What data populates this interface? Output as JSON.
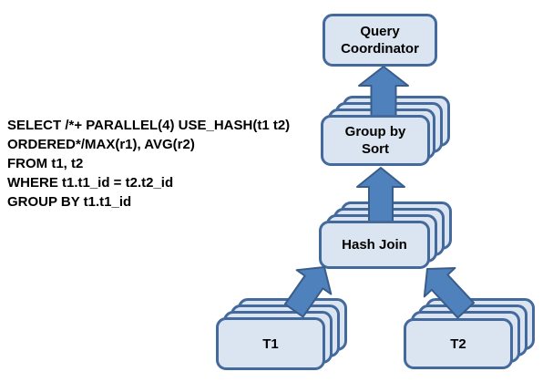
{
  "sql_query": {
    "lines": [
      "SELECT /*+ PARALLEL(4) USE_HASH(t1 t2)",
      "ORDERED*/MAX(r1), AVG(r2)",
      "FROM t1, t2",
      "WHERE t1.t1_id = t2.t2_id",
      "GROUP BY t1.t1_id"
    ]
  },
  "nodes": {
    "query_coordinator": {
      "line1": "Query",
      "line2": "Coordinator"
    },
    "group_by_sort": {
      "line1": "Group by",
      "line2": "Sort"
    },
    "hash_join": {
      "label": "Hash Join"
    },
    "table_t1": {
      "label": "T1"
    },
    "table_t2": {
      "label": "T2"
    }
  },
  "stack_copies_per_node": 4,
  "colors": {
    "background": "#ffffff",
    "box_fill": "#dbe5f1",
    "box_border": "#44699d",
    "arrow_fill": "#4f81bd",
    "arrow_border": "#385d8a",
    "text": "#000000"
  }
}
